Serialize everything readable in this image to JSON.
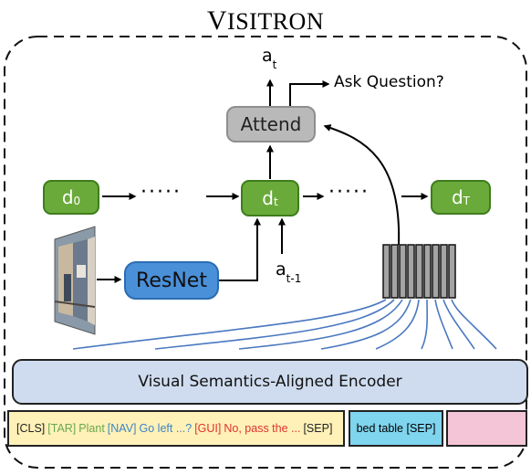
{
  "title": {
    "first": "V",
    "rest": "ISITRON"
  },
  "outputs": {
    "action": {
      "base": "a",
      "sub": "t"
    },
    "ask": "Ask Question?"
  },
  "attend_label": "Attend",
  "decoder_states": [
    {
      "base": "d",
      "sub": "0"
    },
    {
      "base": "d",
      "sub": "t"
    },
    {
      "base": "d",
      "sub": "T"
    }
  ],
  "ellipsis": "·····",
  "prev_action": {
    "base": "a",
    "sub": "t-1"
  },
  "resnet_label": "ResNet",
  "encoder_label": "Visual Semantics-Aligned Encoder",
  "text_tokens": [
    {
      "text": "[CLS]",
      "color": "#222222"
    },
    {
      "text": "[TAR]",
      "color": "#6aa84f"
    },
    {
      "text": "Plant",
      "color": "#6aa84f"
    },
    {
      "text": "[NAV]",
      "color": "#3d85c6"
    },
    {
      "text": "Go left ...?",
      "color": "#3d85c6"
    },
    {
      "text": "[GUI]",
      "color": "#e0332a"
    },
    {
      "text": "No, pass the ...",
      "color": "#e0332a"
    },
    {
      "text": "[SEP]",
      "color": "#222222"
    }
  ],
  "object_tokens": "bed table [SEP]",
  "icons": {
    "panorama": "panorama-image-icon",
    "object_images": "object-crops-icon"
  },
  "colors": {
    "green": "#6aaa3a",
    "blue": "#4a90d9",
    "grey": "#b9b9b9",
    "encoder": "#cfdcef",
    "text_segment": "#fff1b8",
    "object_segment": "#7fd4ee",
    "image_segment": "#f4c5d6",
    "fan_lines": "#4a78c0"
  }
}
